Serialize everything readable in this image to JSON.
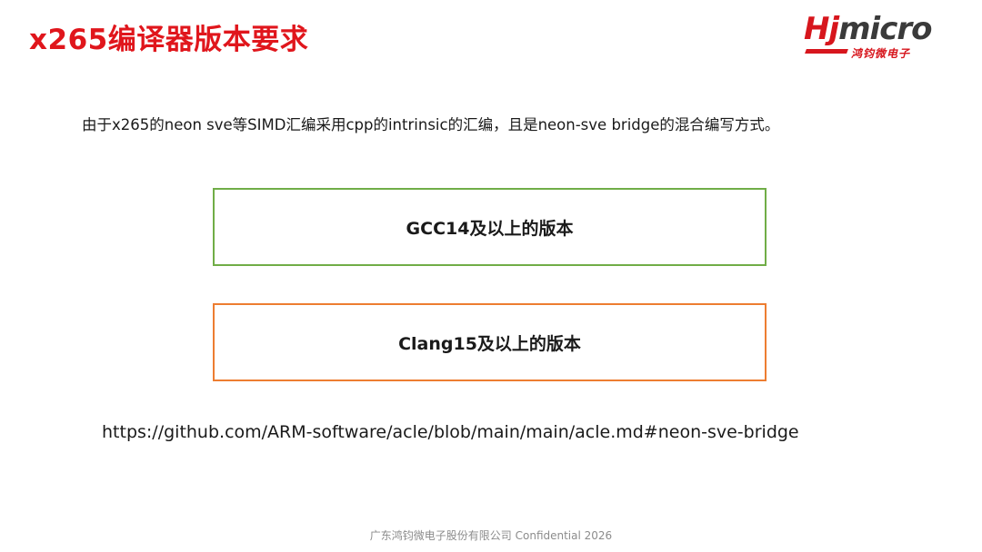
{
  "slide": {
    "title": "x265编译器版本要求",
    "intro": "由于x265的neon sve等SIMD汇编采用cpp的intrinsic的汇编，且是neon-sve bridge的混合编写方式。",
    "boxes": [
      {
        "label": "GCC14及以上的版本",
        "border_color": "#70ad47"
      },
      {
        "label": "Clang15及以上的版本",
        "border_color": "#ed7d31"
      }
    ],
    "reference_link": "https://github.com/ARM-software/acle/blob/main/main/acle.md#neon-sve-bridge",
    "footer": "广东鸿钧微电子股份有限公司 Confidential 2026"
  },
  "logo": {
    "wordmark_hj": "Hj",
    "wordmark_micro": "micro",
    "subtitle": "鸿钧微电子",
    "brand_red": "#d7161d",
    "brand_gray": "#3a3a3a"
  },
  "colors": {
    "title": "#e0161c"
  }
}
